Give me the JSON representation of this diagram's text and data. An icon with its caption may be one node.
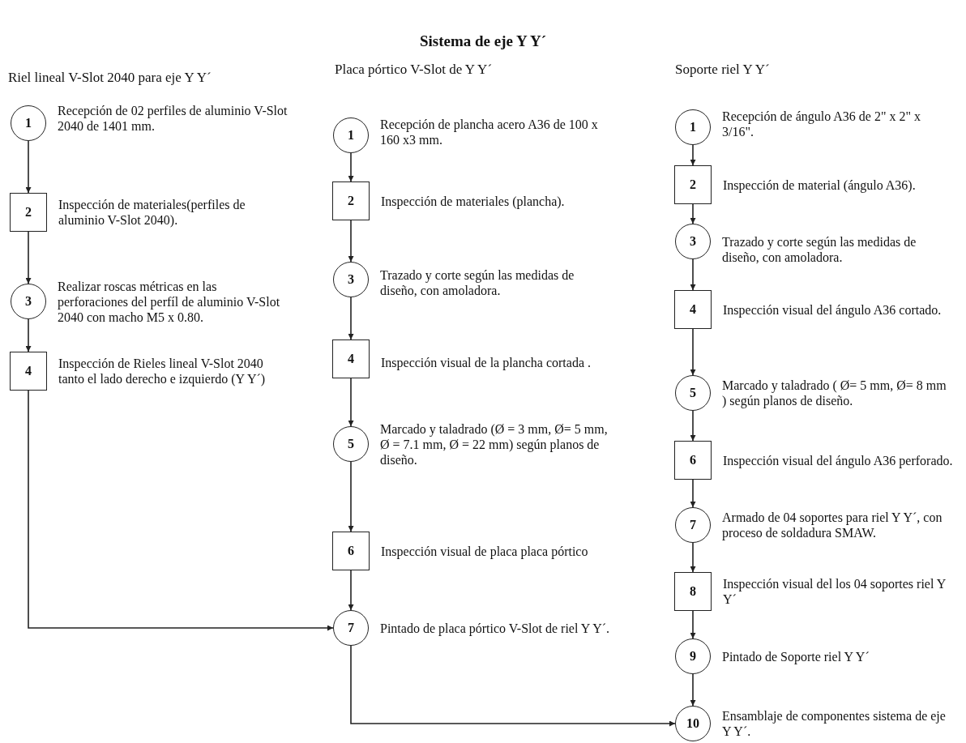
{
  "diagram": {
    "title": "Sistema de eje Y Y´",
    "nodes": [
      {
        "text": [
          "1"
        ],
        "beside": [
          "Recepción de 02 perfiles de aluminio V-Slot 2040 de 1401 mm."
        ]
      },
      {
        "text": [
          "2"
        ],
        "beside": [
          "Inspección de materiales(perfiles de aluminio V-Slot 2040)."
        ]
      },
      {
        "text": [
          "3"
        ],
        "beside": [
          "Realizar roscas métricas en las perforaciones del perfíl de aluminio V-Slot 2040 con macho M5 x 0.80."
        ]
      },
      {
        "text": [
          "4"
        ],
        "beside": [
          "Inspección de Rieles lineal V-Slot 2040 tanto el lado derecho e izquierdo (Y Y´)"
        ]
      },
      {
        "text": [
          "1"
        ],
        "beside": [
          "Recepción de plancha acero A36 de 100 x 160 x3 mm."
        ]
      },
      {
        "text": [
          "2"
        ],
        "beside": [
          "Inspección de materiales (plancha)."
        ]
      },
      {
        "text": [
          "3"
        ],
        "beside": [
          "Trazado y corte según las medidas de diseño, con amoladora."
        ]
      },
      {
        "text": [
          "4"
        ],
        "beside": [
          "Inspección visual de la plancha cortada ."
        ]
      },
      {
        "text": [
          "5"
        ],
        "beside": [
          "Marcado y taladrado (Ø = 3 mm, Ø= 5 mm, Ø = 7.1 mm, Ø = 22 mm) según planos de diseño."
        ]
      },
      {
        "text": [
          "6"
        ],
        "beside": [
          "Inspección visual de placa placa pórtico"
        ]
      },
      {
        "text": [
          "7"
        ],
        "beside": [
          "Pintado de placa pórtico V-Slot de riel Y Y´."
        ]
      },
      {
        "text": [
          "1"
        ],
        "beside": [
          "Recepción de ángulo A36 de 2\" x 2\" x 3/16\"."
        ]
      },
      {
        "text": [
          "2"
        ],
        "beside": [
          "Inspección de material (ángulo A36)."
        ]
      },
      {
        "text": [
          "3"
        ],
        "beside": [
          "Trazado y corte según las medidas de diseño, con amoladora."
        ]
      },
      {
        "text": [
          "4"
        ],
        "beside": [
          "Inspección visual del ángulo A36 cortado."
        ]
      },
      {
        "text": [
          "5"
        ],
        "beside": [
          "Marcado y taladrado ( Ø= 5 mm, Ø= 8 mm ) según planos de diseño."
        ]
      },
      {
        "text": [
          "6"
        ],
        "beside": [
          "Inspección visual del ángulo A36 perforado."
        ]
      },
      {
        "text": [
          "7"
        ],
        "beside": [
          "Armado de 04 soportes para riel Y Y´, con proceso de soldadura SMAW."
        ]
      },
      {
        "text": [
          "8"
        ],
        "beside": [
          "Inspección visual del los 04 soportes riel Y Y´"
        ]
      },
      {
        "text": [
          "9"
        ],
        "beside": [
          "Pintado de Soporte riel Y Y´"
        ]
      },
      {
        "text": [
          "10"
        ],
        "beside": [
          "Ensamblaje de componentes sistema de eje Y Y´."
        ]
      }
    ],
    "edges": [
      {
        "from": 0,
        "to": 1,
        "arrow": "to"
      },
      {
        "from": 1,
        "to": 2,
        "arrow": "to"
      },
      {
        "from": 2,
        "to": 3,
        "arrow": "to"
      },
      {
        "from": 3,
        "to": 10,
        "arrow": "to"
      },
      {
        "from": 4,
        "to": 5,
        "arrow": "to"
      },
      {
        "from": 5,
        "to": 6,
        "arrow": "to"
      },
      {
        "from": 6,
        "to": 7,
        "arrow": "to"
      },
      {
        "from": 7,
        "to": 8,
        "arrow": "to"
      },
      {
        "from": 8,
        "to": 9,
        "arrow": "to"
      },
      {
        "from": 9,
        "to": 10,
        "arrow": "to"
      },
      {
        "from": 10,
        "to": 20,
        "arrow": "to"
      },
      {
        "from": 11,
        "to": 12,
        "arrow": "to"
      },
      {
        "from": 12,
        "to": 13,
        "arrow": "to"
      },
      {
        "from": 13,
        "to": 14,
        "arrow": "to"
      },
      {
        "from": 14,
        "to": 15,
        "arrow": "to"
      },
      {
        "from": 15,
        "to": 16,
        "arrow": "to"
      },
      {
        "from": 16,
        "to": 17,
        "arrow": "to"
      },
      {
        "from": 17,
        "to": 18,
        "arrow": "to"
      },
      {
        "from": 18,
        "to": 19,
        "arrow": "to"
      },
      {
        "from": 19,
        "to": 20,
        "arrow": "to"
      }
    ],
    "labels": [
      "Riel lineal V-Slot 2040 para eje Y Y´",
      "Placa pórtico V-Slot de Y Y´",
      "Soporte riel Y Y´"
    ]
  }
}
